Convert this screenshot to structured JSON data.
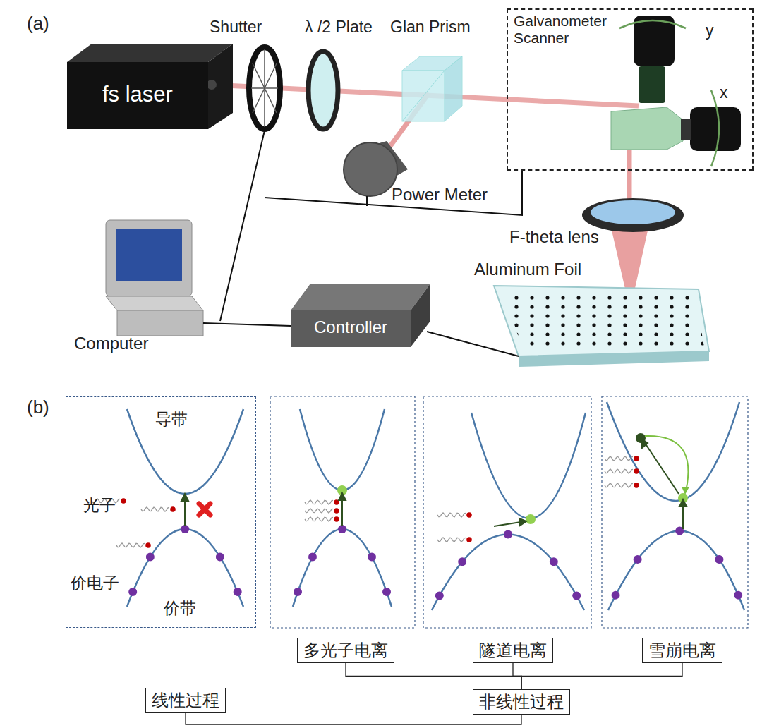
{
  "diagram": {
    "nodes": [
      {
        "text": [
          "fs laser"
        ]
      },
      {
        "text": [
          "Galvanometer Scanner"
        ]
      },
      {
        "text": [
          "Controller"
        ]
      },
      {
        "text": [
          "导带",
          "光子",
          "价电子",
          "价带"
        ]
      },
      {
        "text": [
          "多光子电离"
        ]
      },
      {
        "text": [
          "隧道电离"
        ]
      },
      {
        "text": [
          "雪崩电离"
        ]
      },
      {
        "text": [
          "线性过程"
        ]
      },
      {
        "text": [
          "非线性过程"
        ]
      }
    ],
    "edges": [
      {
        "from": 4,
        "to": 8,
        "arrow": "none"
      },
      {
        "from": 5,
        "to": 8,
        "arrow": "none"
      },
      {
        "from": 6,
        "to": 8,
        "arrow": "none"
      },
      {
        "from": 7,
        "to": 8,
        "arrow": "none"
      }
    ],
    "labels": [
      "(a)",
      "Shutter",
      "λ /2 Plate",
      "Glan Prism",
      "y",
      "x",
      "Power Meter",
      "F-theta lens",
      "Aluminum Foil",
      "Computer",
      "(b)"
    ]
  }
}
